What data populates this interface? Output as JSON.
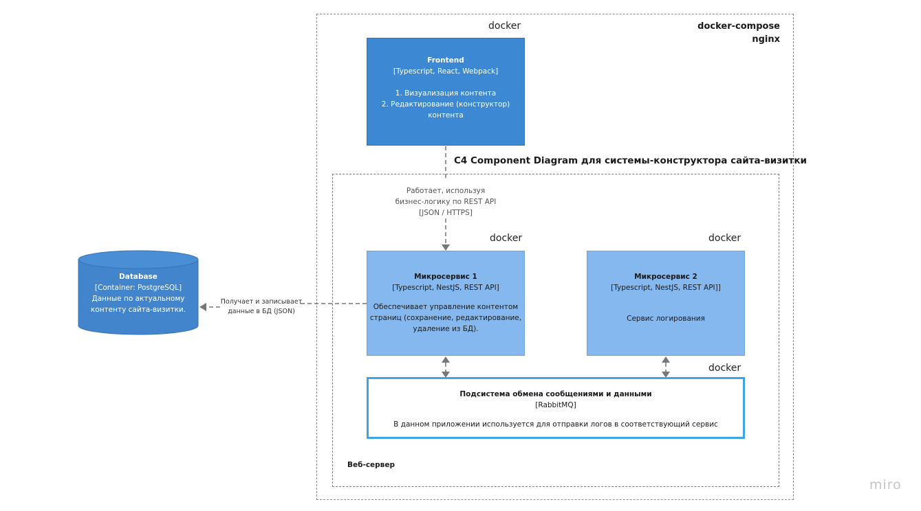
{
  "outer": {
    "title_line1": "docker-compose",
    "title_line2": "nginx"
  },
  "diagram_title": "C4 Component  Diagram для системы-конструктора сайта-визитки",
  "docker_labels": {
    "frontend": "docker",
    "ms1": "docker",
    "ms2": "docker",
    "mq": "docker"
  },
  "frontend": {
    "title": "Frontend",
    "tech": "[Typescript, React, Webpack]",
    "line1": "1. Визуализация контента",
    "line2": "2. Редактирование (конструктор)",
    "line3": "контента"
  },
  "edge_frontend": {
    "line1": "Работает, используя",
    "line2": "бизнес-логику по REST API",
    "line3": "[JSON / HTTPS]"
  },
  "ms1": {
    "title": "Микросервис 1",
    "tech": "[Typescript, NestJS, REST API]",
    "line1": "Обеспечивает управление контентом",
    "line2": "страниц (сохранение, редактирование,",
    "line3": "удаление из БД)."
  },
  "ms2": {
    "title": "Микросервис 2",
    "tech": "[Typescript, NestJS, REST API]]",
    "line1": "Сервис логирования"
  },
  "mq": {
    "title": "Подсистема обмена сообщениями и данными",
    "tech": "[RabbitMQ]",
    "line1": "В данном приложении используется для отправки логов в соответствующий сервис"
  },
  "database": {
    "title": "Database",
    "tech": "[Container: PostgreSQL]",
    "line1": "Данные по актуальному",
    "line2": "контенту сайта-визитки."
  },
  "edge_db": {
    "line1": "Получает и записывает",
    "line2": "данные в БД (JSON)"
  },
  "web_server_label": "Веб-сервер",
  "watermark": "miro",
  "colors": {
    "frontend_fill": "#3c88d3",
    "microservice_fill": "#85b8ee",
    "mq_border": "#3ea4e4",
    "database_fill": "#4285cc",
    "arrow": "#777777"
  }
}
